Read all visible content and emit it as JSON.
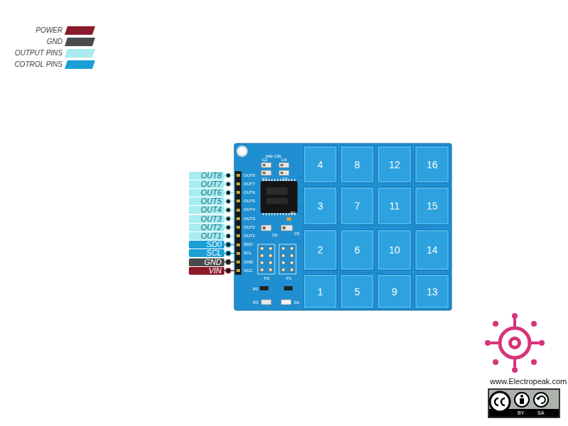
{
  "diagram": {
    "nodes": [
      {
        "text": [
          "OUT8"
        ]
      },
      {
        "text": [
          "OUT7"
        ]
      },
      {
        "text": [
          "OUT6"
        ]
      },
      {
        "text": [
          "OUT5"
        ]
      },
      {
        "text": [
          "OUT4"
        ]
      },
      {
        "text": [
          "OUT3"
        ]
      },
      {
        "text": [
          "OUT2"
        ]
      },
      {
        "text": [
          "OUT1"
        ]
      },
      {
        "text": [
          "SD0"
        ]
      },
      {
        "text": [
          "SCL"
        ]
      },
      {
        "text": [
          "GND"
        ]
      },
      {
        "text": [
          "VIN"
        ]
      },
      {
        "text": [
          "HW-136"
        ]
      },
      {
        "text": [
          "4"
        ],
        "in": 12
      },
      {
        "text": [
          "8"
        ],
        "in": 12
      },
      {
        "text": [
          "12"
        ],
        "in": 12
      },
      {
        "text": [
          "16"
        ],
        "in": 12
      },
      {
        "text": [
          "3"
        ],
        "in": 12
      },
      {
        "text": [
          "7"
        ],
        "in": 12
      },
      {
        "text": [
          "11"
        ],
        "in": 12
      },
      {
        "text": [
          "15"
        ],
        "in": 12
      },
      {
        "text": [
          "2"
        ],
        "in": 12
      },
      {
        "text": [
          "6"
        ],
        "in": 12
      },
      {
        "text": [
          "10"
        ],
        "in": 12
      },
      {
        "text": [
          "14"
        ],
        "in": 12
      },
      {
        "text": [
          "1"
        ],
        "in": 12
      },
      {
        "text": [
          "5"
        ],
        "in": 12
      },
      {
        "text": [
          "9"
        ],
        "in": 12
      },
      {
        "text": [
          "13"
        ],
        "in": 12
      }
    ],
    "edges": [
      {
        "from": 0,
        "to": 12,
        "arrow": "none"
      },
      {
        "from": 1,
        "to": 12,
        "arrow": "none"
      },
      {
        "from": 2,
        "to": 12,
        "arrow": "none"
      },
      {
        "from": 3,
        "to": 12,
        "arrow": "none"
      },
      {
        "from": 4,
        "to": 12,
        "arrow": "none"
      },
      {
        "from": 5,
        "to": 12,
        "arrow": "none"
      },
      {
        "from": 6,
        "to": 12,
        "arrow": "none"
      },
      {
        "from": 7,
        "to": 12,
        "arrow": "none"
      },
      {
        "from": 8,
        "to": 12,
        "arrow": "none"
      },
      {
        "from": 9,
        "to": 12,
        "arrow": "none"
      },
      {
        "from": 10,
        "to": 12,
        "arrow": "none"
      },
      {
        "from": 11,
        "to": 12,
        "arrow": "none"
      }
    ],
    "labels": [
      "OUT8",
      "OUT7",
      "OUT6",
      "OUT5",
      "OUT4",
      "OUT3",
      "OUT2",
      "OUT1",
      "SDO",
      "SCL",
      "GND",
      "VCC",
      "C2",
      "C4",
      "C1",
      "C3",
      "R1",
      "C5",
      "C6",
      "P2",
      "P1",
      "R2",
      "R3",
      "D1",
      "www.Electropeak.com",
      "BY",
      "SA"
    ],
    "legend": [
      {
        "text": "POWER",
        "color": "#8b1a2b"
      },
      {
        "text": "GND",
        "color": "#4a4a4a"
      },
      {
        "text": "OUTPUT PINS",
        "color": "#a8ecf0"
      },
      {
        "text": "COTROL PINS",
        "color": "#1a9fd6"
      }
    ]
  }
}
